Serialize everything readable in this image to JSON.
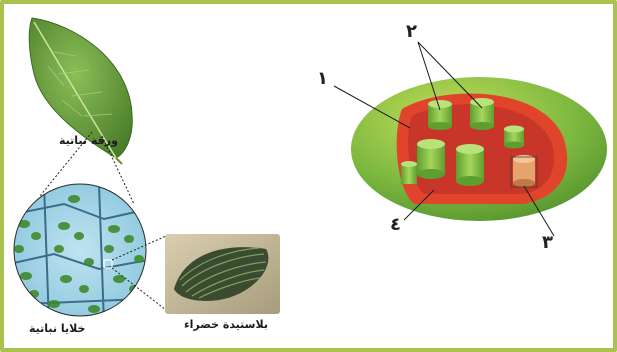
{
  "labels": {
    "leaf": "ورقة نباتية",
    "cells": "خلايا نباتية",
    "chloroplast": "بلاستيدة خضراء"
  },
  "numbers": {
    "n1": "١",
    "n2": "٢",
    "n3": "٣",
    "n4": "٤"
  },
  "colors": {
    "frame": "#a9c34e",
    "outer_green": "#6fa83c",
    "membrane_red": "#e0452c",
    "stroma": "#c8362a",
    "grana": "#7dbd3e"
  }
}
